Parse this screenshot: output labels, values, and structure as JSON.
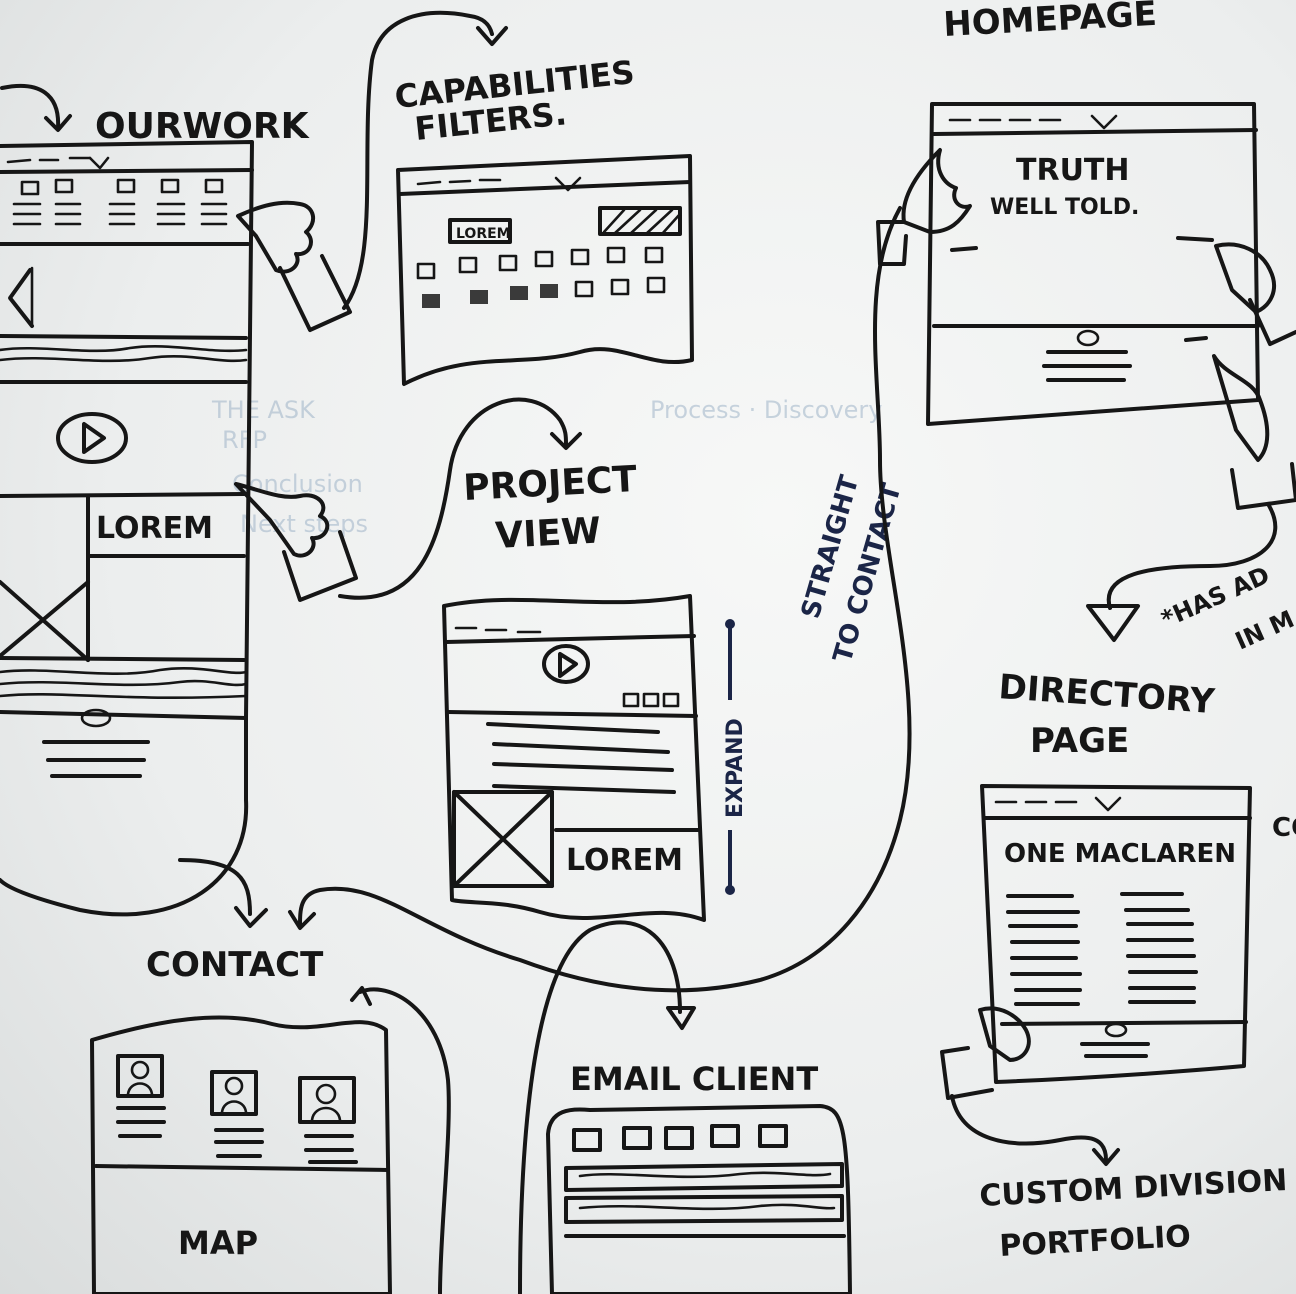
{
  "labels": {
    "our_work": "OURWORK",
    "capabilities_line1": "CAPABILITIES",
    "capabilities_line2": "FILTERS.",
    "homepage": "HOMEPAGE",
    "truth": "TRUTH",
    "well_told": "WELL TOLD.",
    "project_line1": "PROJECT",
    "project_line2": "VIEW",
    "straight_line1": "STRAIGHT",
    "straight_line2": "TO CONTACT",
    "expand": "EXPAND",
    "directory_line1": "DIRECTORY",
    "directory_line2": "PAGE",
    "one_mclaren": "ONE MACLAREN",
    "contact": "CONTACT",
    "map": "MAP",
    "email_client": "EMAIL CLIENT",
    "custom_line1": "CUSTOM DIVISION",
    "custom_line2": "PORTFOLIO",
    "lorem_ourwork": "LOREM",
    "lorem_filters": "LOREM",
    "lorem_project": "LOREM",
    "has_note_line1": "*HAS AD",
    "has_note_line2": "IN M",
    "edge_note": "CO"
  },
  "ghost_text": {
    "ask_line1": "THE ASK",
    "ask_line2": "RFP",
    "ask_line3": "Conclusion",
    "ask_line4": "Next steps",
    "process": "Process · Discovery"
  },
  "colors": {
    "ink": "#161616",
    "board": "#f2f3f2",
    "marker_blue": "#1b2547",
    "ghost": "#9fb4c8"
  }
}
